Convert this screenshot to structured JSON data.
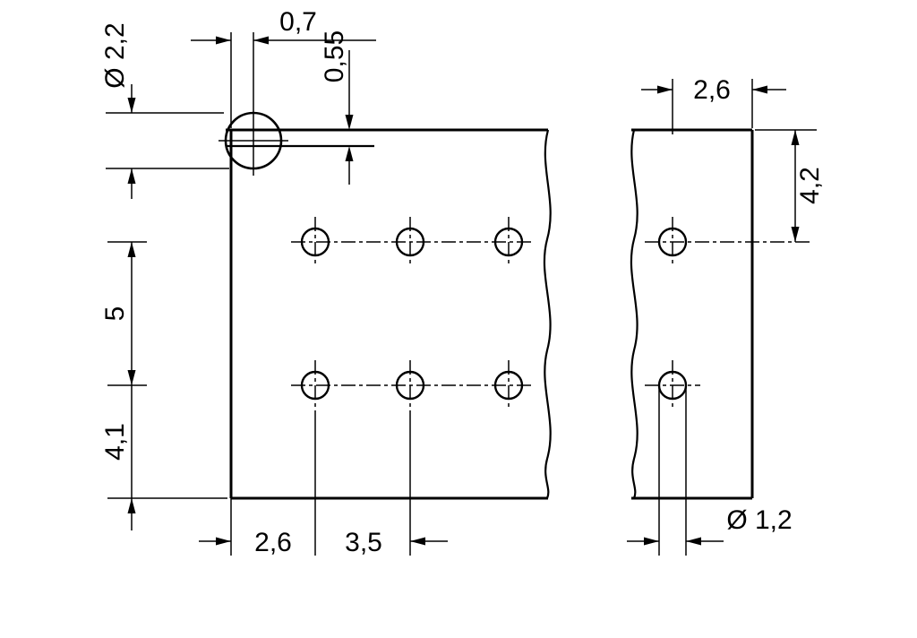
{
  "drawing": {
    "kind": "technical-dimension-drawing",
    "units": "mm",
    "colors": {
      "line": "#000000",
      "background": "#ffffff"
    },
    "labels": {
      "large_hole_diameter": "Ø 2,2",
      "center_offset": "0,7",
      "edge_distance": "0,55",
      "right_pin_to_edge": "2,6",
      "top_to_first_row": "4,2",
      "row_spacing": "5",
      "last_row_to_bottom": "4,1",
      "edge_to_first_column": "2,6",
      "column_spacing": "3,5",
      "small_hole_diameter": "Ø 1,2"
    }
  }
}
